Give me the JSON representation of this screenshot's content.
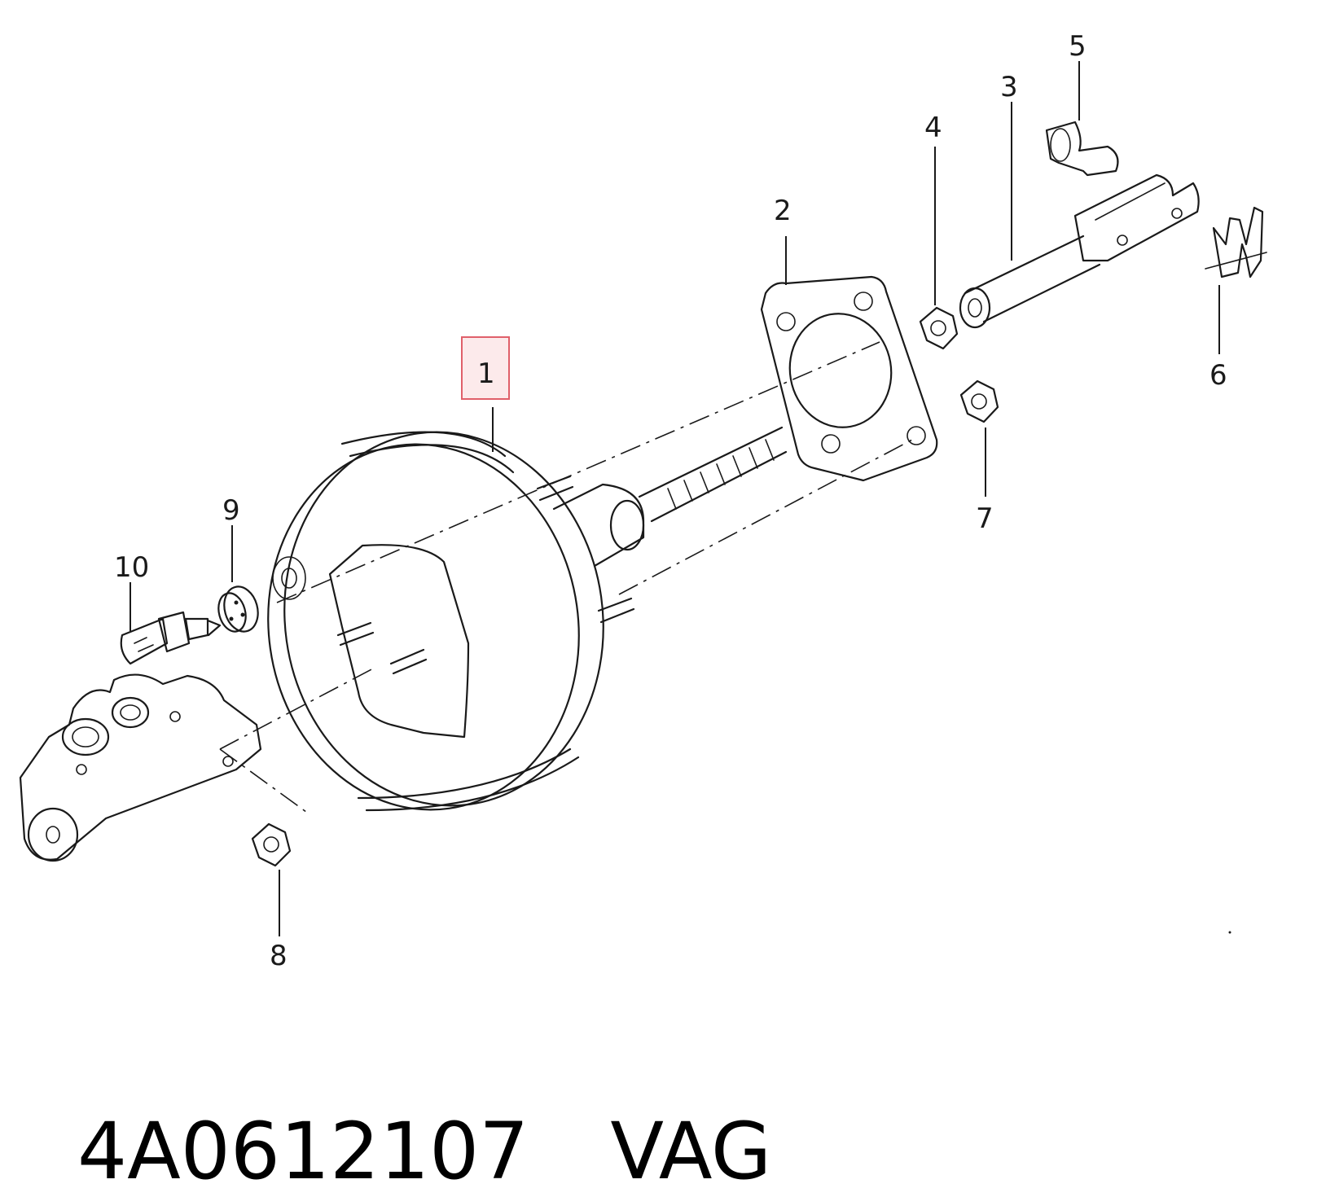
{
  "diagram": {
    "callouts": [
      "1",
      "2",
      "3",
      "4",
      "5",
      "6",
      "7",
      "8",
      "9",
      "10"
    ],
    "highlighted_callout": "1",
    "highlight_color": "#e0606a"
  },
  "footer": {
    "part_number": "4A0612107",
    "brand": "VAG"
  }
}
